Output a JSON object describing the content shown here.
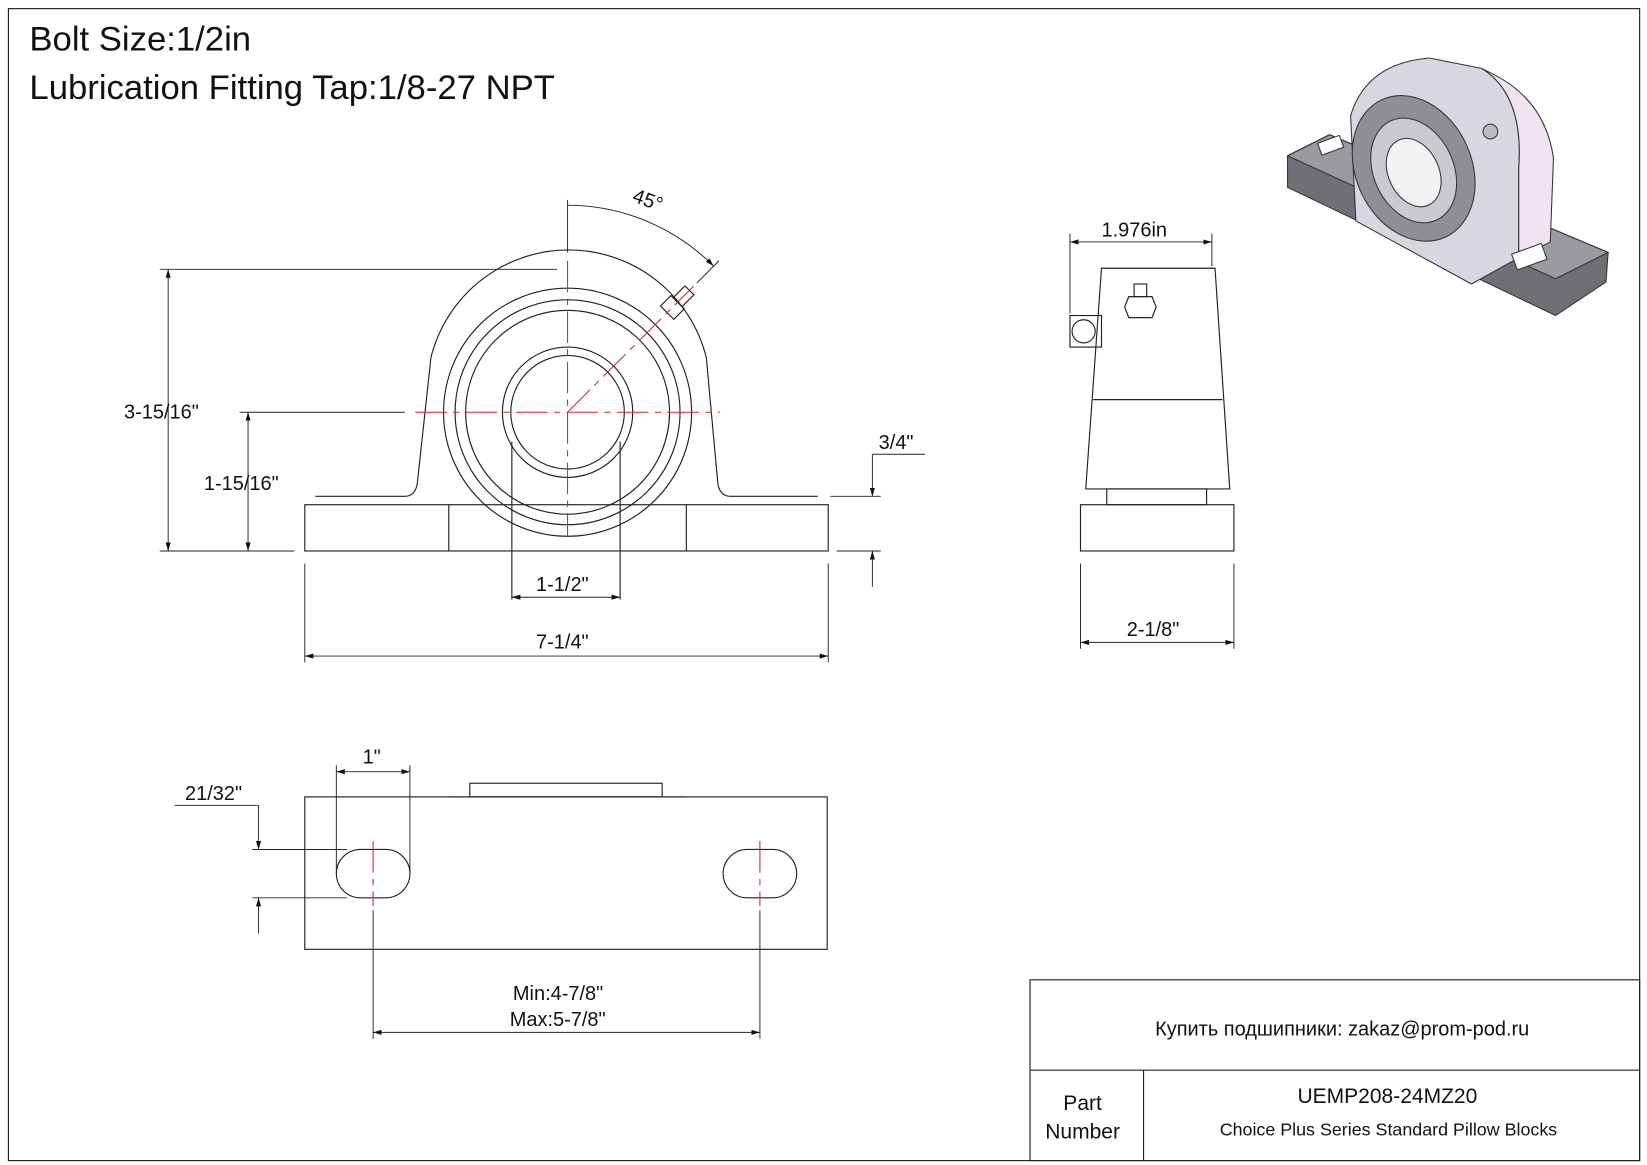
{
  "header": {
    "bolt_size": "Bolt Size:1/2in",
    "lube_tap": "Lubrication Fitting Tap:1/8-27 NPT"
  },
  "front_view": {
    "angle": "45°",
    "overall_height": "3-15/16\"",
    "center_height": "1-15/16\"",
    "base_thickness": "3/4\"",
    "bore": "1-1/2\"",
    "overall_length": "7-1/4\""
  },
  "side_view": {
    "housing_width": "1.976in",
    "base_width": "2-1/8\""
  },
  "bottom_view": {
    "slot_length": "1\"",
    "slot_width": "21/32\"",
    "bolt_spacing_min": "Min:4-7/8\"",
    "bolt_spacing_max": "Max:5-7/8\""
  },
  "title_block": {
    "contact": "Купить подшипники: zakaz@prom-pod.ru",
    "part_label_1": "Part",
    "part_label_2": "Number",
    "part_number": "UEMP208-24MZ20",
    "description": "Choice Plus Series Standard Pillow Blocks"
  },
  "colors": {
    "centerline": "#e02020",
    "line": "#222222"
  }
}
